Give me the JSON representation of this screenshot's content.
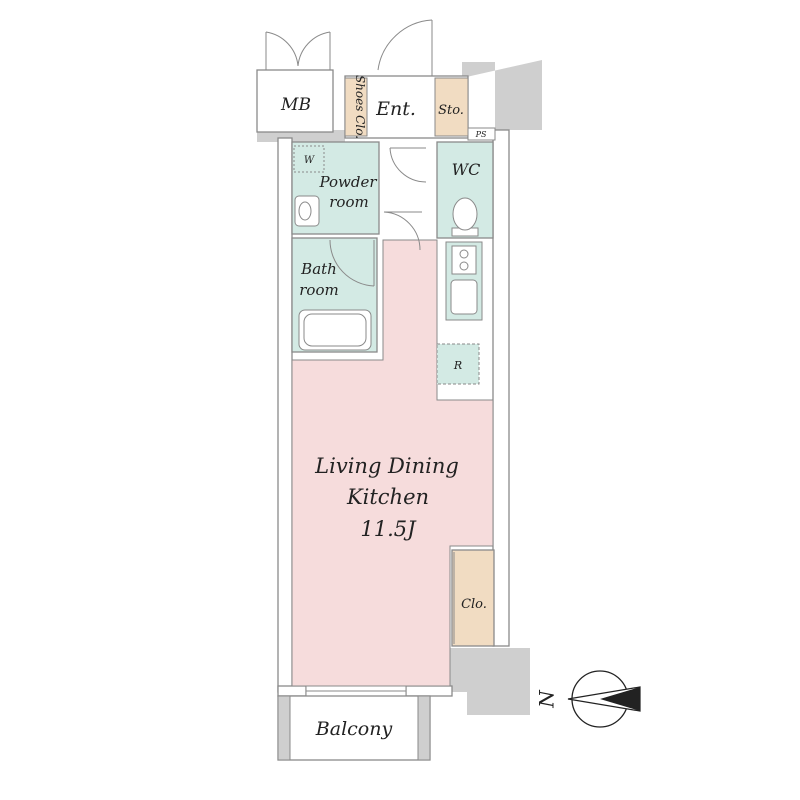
{
  "rooms": {
    "mb": "MB",
    "shoes_closet": "Shoes Clo.",
    "entrance": "Ent.",
    "storage": "Sto.",
    "ps": "PS",
    "washer": "W",
    "powder_line1": "Powder",
    "powder_line2": "room",
    "wc": "WC",
    "bath_line1": "Bath",
    "bath_line2": "room",
    "refrigerator": "R",
    "ldk_line1": "Living Dining",
    "ldk_line2": "Kitchen",
    "ldk_size": "11.5J",
    "closet": "Clo.",
    "balcony": "Balcony"
  },
  "compass": {
    "label": "N"
  },
  "colors": {
    "ldk": "#f6dcdc",
    "wet_area": "#d3eae4",
    "closet": "#f1dcc2",
    "wall": "#cfcfcf",
    "line": "#8a8a8a"
  }
}
